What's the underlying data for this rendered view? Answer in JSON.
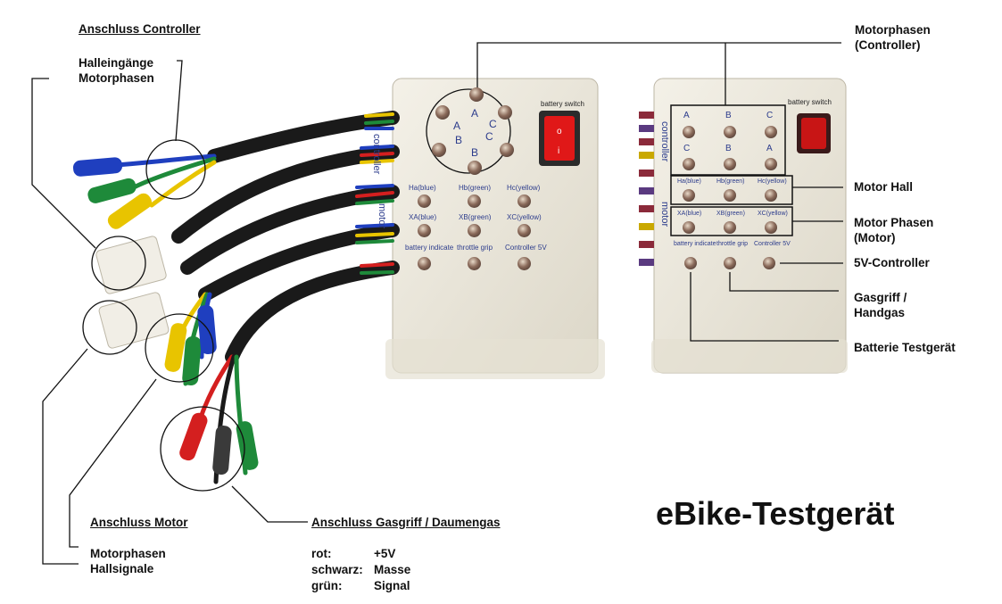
{
  "callouts": {
    "anschluss_controller": "Anschluss Controller",
    "halleingaenge_line1": "Halleingänge",
    "halleingaenge_line2": "Motorphasen",
    "anschluss_motor": "Anschluss Motor",
    "motorphasen": "Motorphasen",
    "hallsignale": "Hallsignale",
    "anschluss_gasgriff": "Anschluss Gasgriff / Daumengas",
    "motorphasen_controller_line1": "Motorphasen",
    "motorphasen_controller_line2": "(Controller)",
    "motor_hall": "Motor Hall",
    "motor_phasen_line1": "Motor Phasen",
    "motor_phasen_line2": "(Motor)",
    "controller_5v": "5V-Controller",
    "gasgriff_line1": "Gasgriff /",
    "gasgriff_line2": "Handgas",
    "batterie": "Batterie Testgerät"
  },
  "title": "eBike-Testgerät",
  "wiring_legend": [
    {
      "color": "rot:",
      "meaning": "+5V"
    },
    {
      "color": "schwarz:",
      "meaning": "Masse"
    },
    {
      "color": "grün:",
      "meaning": "Signal"
    }
  ],
  "device_labels": {
    "battery_switch": "battery switch",
    "controller": "controller",
    "motor": "motor",
    "phase_a": "A",
    "phase_b": "B",
    "phase_c": "C",
    "ha": "Ha(blue)",
    "hb": "Hb(green)",
    "hc": "Hc(yellow)",
    "xa": "XA(blue)",
    "xb": "XB(green)",
    "xc": "XC(yellow)",
    "battery_indicate": "battery indicate",
    "throttle_grip": "throttle grip",
    "controller_5v": "Controller 5V"
  },
  "colors": {
    "wire_blue": "#1f3fbf",
    "wire_green": "#1e8a3a",
    "wire_yellow": "#e8c400",
    "wire_red": "#d41f1f",
    "wire_black": "#1a1a1a",
    "switch_red": "#e01818",
    "case": "#ece8dc"
  }
}
